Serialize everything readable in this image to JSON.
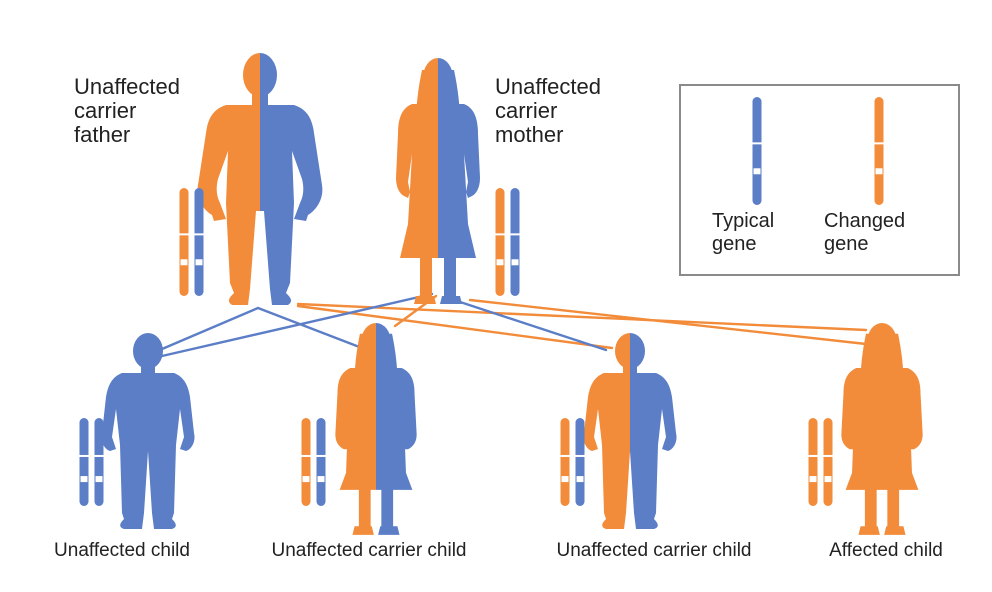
{
  "colors": {
    "typical": "#5b7ec7",
    "changed": "#f28c3a",
    "band": "#ffffff",
    "text": "#222222",
    "legend_border": "#8a8a8a"
  },
  "parents": {
    "father": {
      "label_lines": [
        "Unaffected",
        "carrier",
        "father"
      ],
      "alleles": [
        "changed",
        "typical"
      ]
    },
    "mother": {
      "label_lines": [
        "Unaffected",
        "carrier",
        "mother"
      ],
      "alleles": [
        "changed",
        "typical"
      ]
    }
  },
  "legend": {
    "typical": {
      "label_lines": [
        "Typical",
        "gene"
      ],
      "color_key": "typical"
    },
    "changed": {
      "label_lines": [
        "Changed",
        "gene"
      ],
      "color_key": "changed"
    }
  },
  "children": [
    {
      "label": "Unaffected child",
      "alleles": [
        "typical",
        "typical"
      ],
      "figure": "boy"
    },
    {
      "label": "Unaffected carrier child",
      "alleles": [
        "changed",
        "typical"
      ],
      "figure": "girl"
    },
    {
      "label": "Unaffected carrier child",
      "alleles": [
        "changed",
        "typical"
      ],
      "figure": "boy"
    },
    {
      "label": "Affected child",
      "alleles": [
        "changed",
        "changed"
      ],
      "figure": "girl"
    }
  ],
  "icons": [
    "adult-man-icon",
    "adult-woman-icon",
    "boy-icon",
    "girl-icon",
    "chromosome-icon"
  ]
}
